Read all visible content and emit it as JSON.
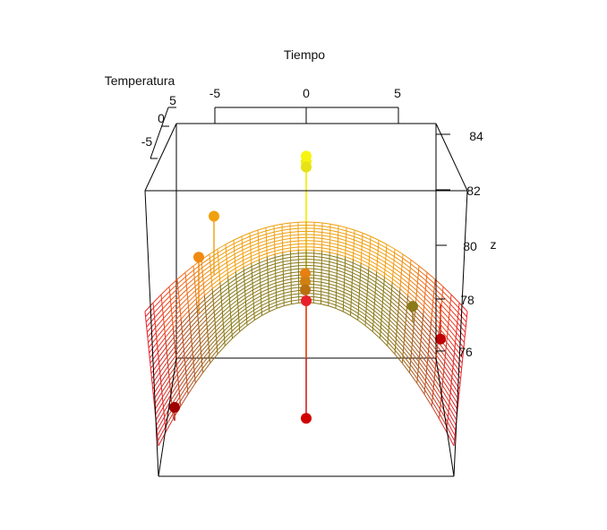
{
  "chart_data": {
    "type": "surface3d",
    "title": "",
    "axes": {
      "x": {
        "label": "Tiempo",
        "ticks": [
          "-5",
          "0",
          "5"
        ]
      },
      "y": {
        "label": "Temperatura",
        "ticks": [
          "5",
          "0",
          "-5"
        ]
      },
      "z": {
        "label": "z",
        "ticks": [
          "84",
          "82",
          "80",
          "78",
          "76"
        ]
      }
    },
    "surface": {
      "description": "fitted quadratic surface",
      "color_low": "#e8202a",
      "color_mid": "#8a7a1a",
      "color_high": "#f0a010"
    },
    "points": [
      {
        "z": 83.0,
        "color": "#f2ef10"
      },
      {
        "z": 82.8,
        "color": "#e6e213"
      },
      {
        "z": 83.2,
        "color": "#f6f410"
      },
      {
        "z": 81.0,
        "color": "#f0a010"
      },
      {
        "z": 79.5,
        "color": "#f08a10"
      },
      {
        "z": 78.9,
        "color": "#e88010"
      },
      {
        "z": 78.6,
        "color": "#d08010"
      },
      {
        "z": 78.3,
        "color": "#b87010"
      },
      {
        "z": 77.9,
        "color": "#e8202a"
      },
      {
        "z": 77.7,
        "color": "#8a7a1a"
      },
      {
        "z": 76.5,
        "color": "#c00000"
      },
      {
        "z": 74.0,
        "color": "#a00000"
      },
      {
        "z": 73.6,
        "color": "#d00000"
      }
    ]
  }
}
